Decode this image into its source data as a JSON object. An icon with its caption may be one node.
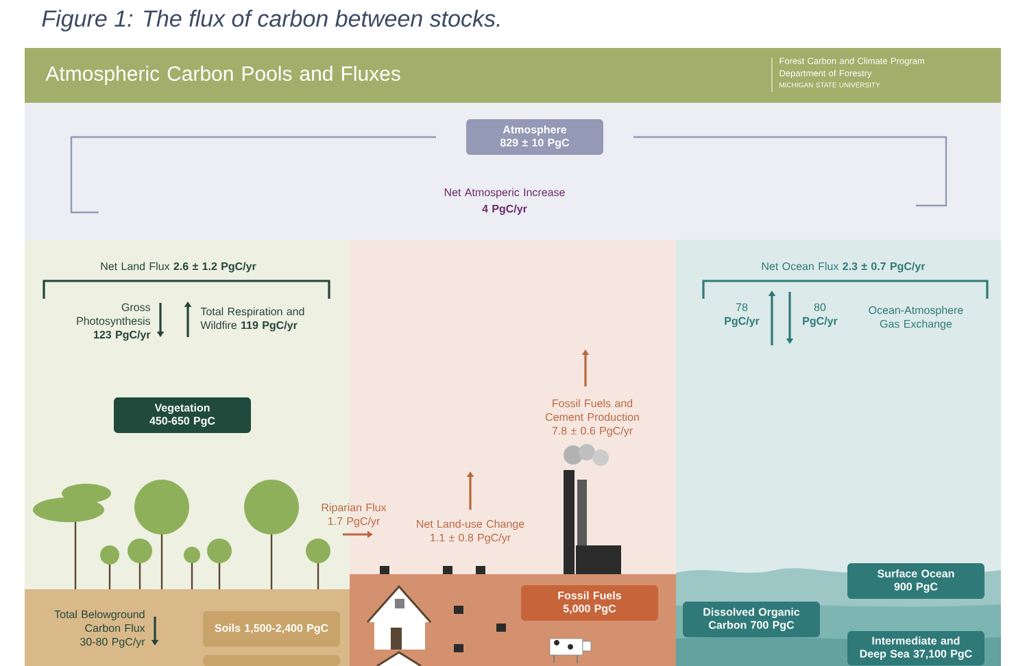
{
  "diagram": {
    "title": "Figure 1: The flux of carbon between stocks.",
    "nodes": [
      {
        "text": [
          "Atmosphere 829 ± 10 PgC"
        ]
      },
      {
        "text": [
          "Vegetation 450-650 PgC"
        ]
      },
      {
        "text": [
          "Soils 1,500-2,400 PgC"
        ]
      },
      {
        "text": [],
        "shape": "box"
      },
      {
        "text": [
          "Fossil Fuels 5,000 PgC"
        ]
      },
      {
        "text": [
          "Surface Ocean 900 PgC"
        ]
      },
      {
        "text": [
          "Dissolved Organic Carbon 700 PgC"
        ]
      },
      {
        "text": [
          "Intermediate and Deep Sea 37,100 PgC"
        ]
      }
    ],
    "labels": [
      "Atmospheric Carbon Pools and Fluxes",
      "Forest Carbon and Climate Program",
      "Department of Forestry",
      "MICHIGAN STATE UNIVERSITY",
      "Net Atmosperic Increase",
      "4 PgC/yr",
      "Net Land Flux **2.6 ± 1.2 PgC/yr**",
      "Gross Photosynthesis **123 PgC/yr**",
      "Total Respiration and Wildfire **119 PgC/yr**",
      "Net Ocean Flux **2.3 ± 0.7 PgC/yr**",
      "78 **PgC/yr**",
      "80 **PgC/yr**",
      "Ocean-Atmosphere Gas Exchange",
      "Fossil Fuels and Cement Production 7.8 ± 0.6 PgC/yr",
      "Riparian Flux 1.7 PgC/yr",
      "Net Land-use Change 1.1 ± 0.8 PgC/yr",
      "Total Belowground Carbon Flux 30-80 PgC/yr"
    ]
  }
}
